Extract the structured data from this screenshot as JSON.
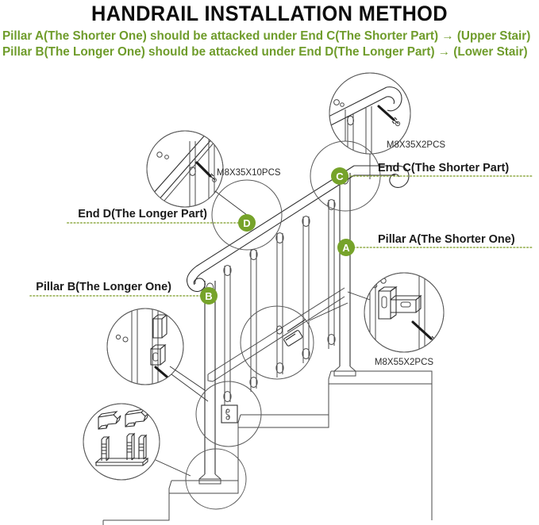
{
  "header": {
    "title": "HANDRAIL INSTALLATION METHOD",
    "instruction_1": "Pillar A(The Shorter One) should be attacked under End C(The Shorter Part) → (Upper Stair)",
    "instruction_2": "Pillar B(The Longer One) should be attacked under End D(The Longer Part) →  (Lower Stair)"
  },
  "colors": {
    "green_text": "#6f9c2b",
    "marker_green": "#76a32a",
    "leader_green": "#8faa45",
    "line_gray": "#4a4a4a",
    "title_black": "#0d0d0d",
    "background": "#ffffff"
  },
  "markers": [
    {
      "id": "A",
      "letter": "A",
      "label": "Pillar A(The Shorter One)",
      "label_side": "right"
    },
    {
      "id": "B",
      "letter": "B",
      "label": "Pillar B(The Longer One)",
      "label_side": "left"
    },
    {
      "id": "C",
      "letter": "C",
      "label": "End C(The Shorter Part)",
      "label_side": "right"
    },
    {
      "id": "D",
      "letter": "D",
      "label": "End D(The Longer Part)",
      "label_side": "left"
    }
  ],
  "hardware_callouts": [
    {
      "id": "top-right",
      "spec": "M8X35X2PCS"
    },
    {
      "id": "upper-left",
      "spec": "M8X35X10PCS"
    },
    {
      "id": "mid-right",
      "spec": "M8X55X2PCS"
    }
  ],
  "detail_views": [
    {
      "id": "detail-handrail-end",
      "desc": "handrail-end-screw-detail"
    },
    {
      "id": "detail-rail-baluster",
      "desc": "rail-baluster-screw-detail"
    },
    {
      "id": "detail-post-bracket",
      "desc": "post-bracket-screw-detail"
    },
    {
      "id": "detail-lower-bracket",
      "desc": "lower-rail-bracket-detail"
    },
    {
      "id": "detail-base-anchor",
      "desc": "base-plate-anchor-detail"
    },
    {
      "id": "detail-rail-connector",
      "desc": "rail-connector-detail"
    },
    {
      "id": "detail-post-base",
      "desc": "post-base-plate-detail"
    }
  ],
  "diagram": {
    "subject": "stair handrail assembly with two posts, sloped top rail, bottom rail and balusters on stepped stairs"
  }
}
